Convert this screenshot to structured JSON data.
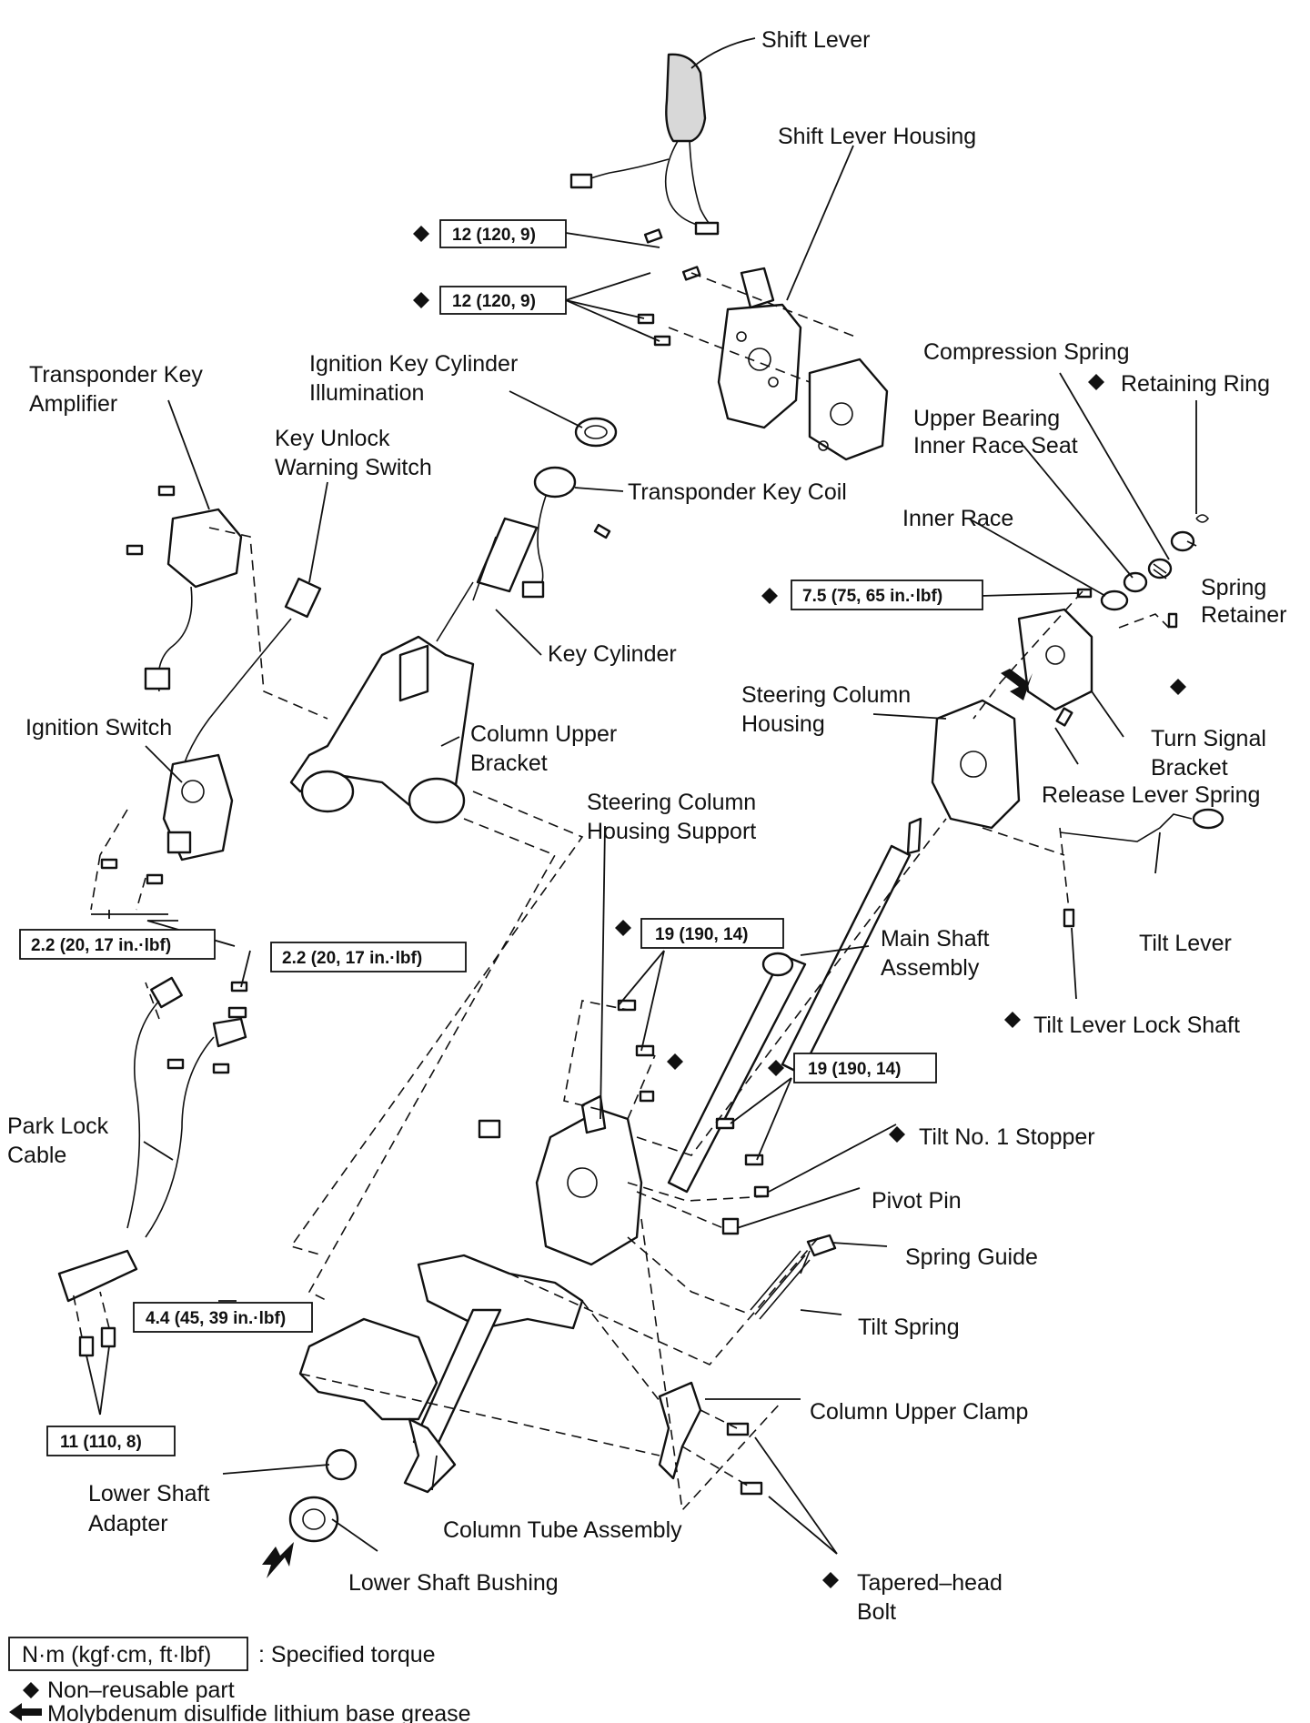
{
  "labels": {
    "shift_lever": "Shift Lever",
    "shift_lever_housing": "Shift Lever Housing",
    "compression_spring": "Compression Spring",
    "retaining_ring": "Retaining Ring",
    "upper_bearing_inner_race_seat_1": "Upper Bearing",
    "upper_bearing_inner_race_seat_2": "Inner Race Seat",
    "inner_race": "Inner Race",
    "spring_retainer_1": "Spring",
    "spring_retainer_2": "Retainer",
    "transponder_key_amplifier_1": "Transponder Key",
    "transponder_key_amplifier_2": "Amplifier",
    "ignition_key_cylinder_illumination_1": "Ignition Key Cylinder",
    "ignition_key_cylinder_illumination_2": "Illumination",
    "key_unlock_warning_switch_1": "Key Unlock",
    "key_unlock_warning_switch_2": "Warning Switch",
    "transponder_key_coil": "Transponder Key Coil",
    "key_cylinder": "Key Cylinder",
    "steering_column_housing_1": "Steering Column",
    "steering_column_housing_2": "Housing",
    "turn_signal_bracket_1": "Turn Signal",
    "turn_signal_bracket_2": "Bracket",
    "release_lever_spring": "Release Lever Spring",
    "ignition_switch": "Ignition Switch",
    "column_upper_bracket_1": "Column Upper",
    "column_upper_bracket_2": "Bracket",
    "steering_column_housing_support_1": "Steering Column",
    "steering_column_housing_support_2": "Housing Support",
    "main_shaft_assembly_1": "Main Shaft",
    "main_shaft_assembly_2": "Assembly",
    "tilt_lever": "Tilt Lever",
    "tilt_lever_lock_shaft": "Tilt Lever Lock Shaft",
    "park_lock_cable_1": "Park Lock",
    "park_lock_cable_2": "Cable",
    "tilt_no1_stopper": "Tilt No. 1 Stopper",
    "pivot_pin": "Pivot Pin",
    "spring_guide": "Spring Guide",
    "tilt_spring": "Tilt Spring",
    "column_upper_clamp": "Column Upper Clamp",
    "lower_shaft_adapter_1": "Lower Shaft",
    "lower_shaft_adapter_2": "Adapter",
    "column_tube_assembly": "Column Tube Assembly",
    "lower_shaft_bushing": "Lower Shaft Bushing",
    "tapered_head_bolt_1": "Tapered–head",
    "tapered_head_bolt_2": "Bolt"
  },
  "torques": {
    "shift_housing_a": "12 (120, 9)",
    "shift_housing_b": "12 (120, 9)",
    "inner_race_bolt": "7.5 (75, 65 in.·lbf)",
    "ignition_switch_bolt": "2.2 (20, 17 in.·lbf)",
    "park_lock_bolt": "2.2 (20, 17 in.·lbf)",
    "housing_support_bolt_a": "19 (190, 14)",
    "housing_support_bolt_b": "19 (190, 14)",
    "park_lock_plate_bolt": "4.4 (45, 39 in.·lbf)",
    "lower_bolt": "11 (110, 8)"
  },
  "legend": {
    "torque_unit": "N·m (kgf·cm, ft·lbf)",
    "torque_desc": ": Specified torque",
    "non_reusable": "Non–reusable part",
    "grease": "Molybdenum disulfide lithium base grease"
  }
}
